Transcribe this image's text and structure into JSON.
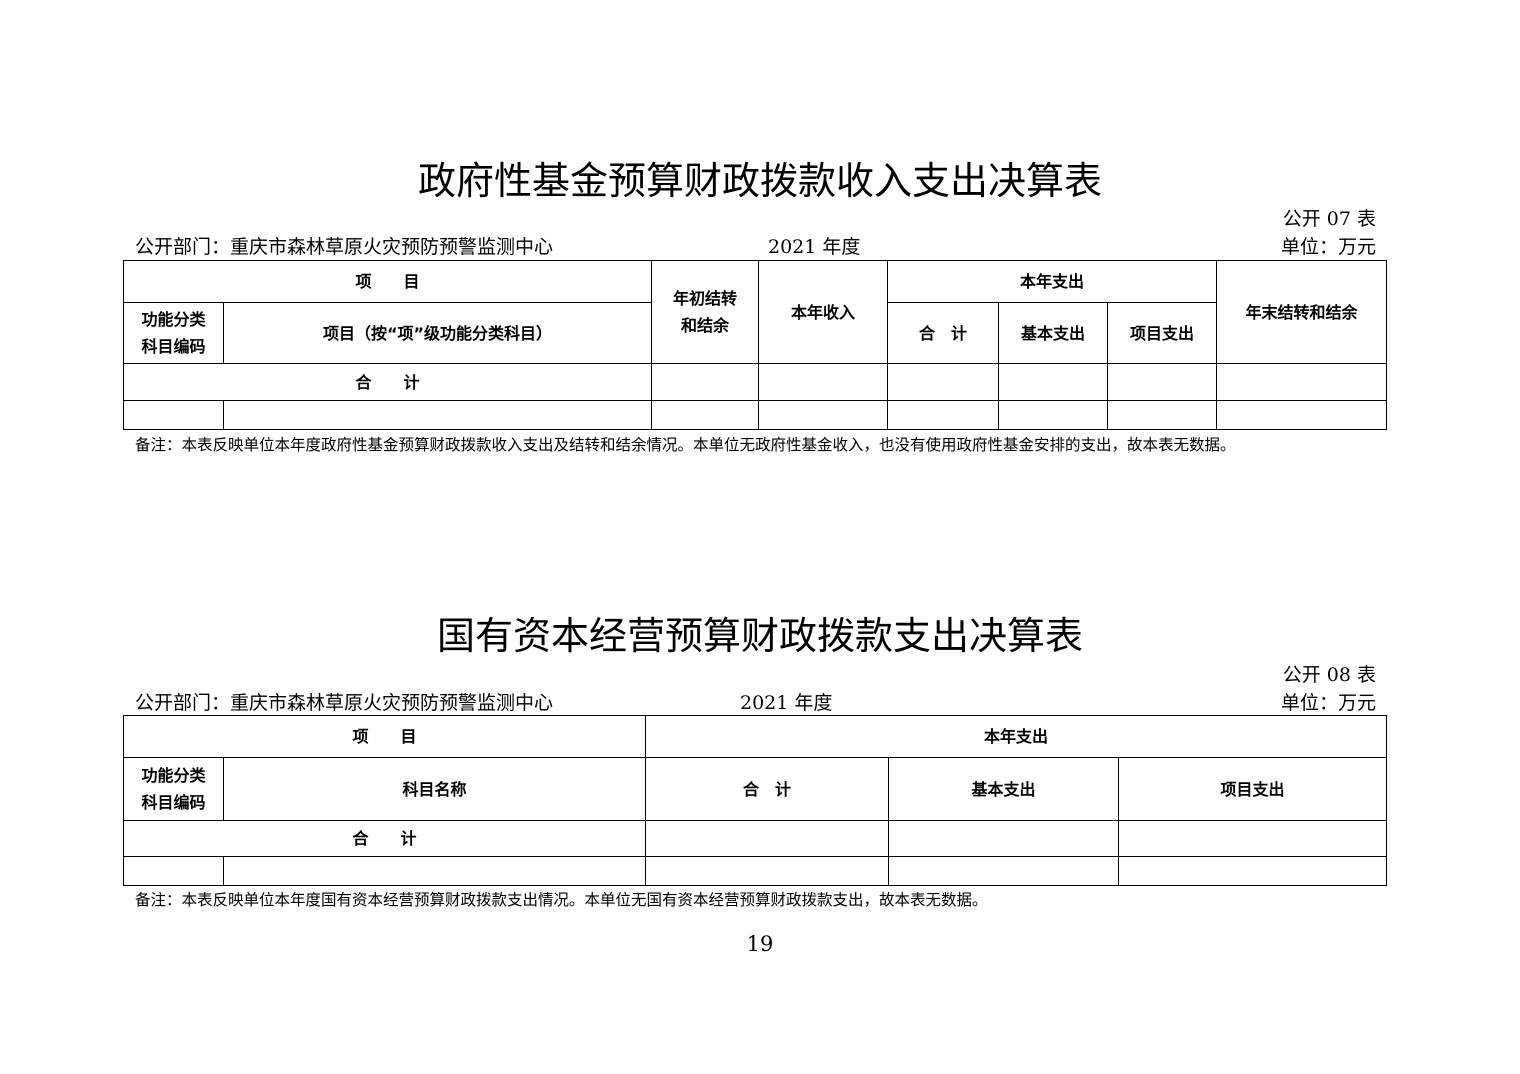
{
  "table07": {
    "title": "政府性基金预算财政拨款收入支出决算表",
    "table_no": "公开 07 表",
    "department": "公开部门：重庆市森林草原火灾预防预警监测中心",
    "year": "2021 年度",
    "unit": "单位：万元",
    "headers": {
      "item": "项　　目",
      "code": "功能分类科目编码",
      "item_name": "项目（按“项”级功能分类科目）",
      "carry_begin": "年初结转和结余",
      "income": "本年收入",
      "expense": "本年支出",
      "total": "合　计",
      "basic": "基本支出",
      "project": "项目支出",
      "carry_end": "年末结转和结余"
    },
    "total_row": "合　　计",
    "note": "备注：本表反映单位本年度政府性基金预算财政拨款收入支出及结转和结余情况。本单位无政府性基金收入，也没有使用政府性基金安排的支出，故本表无数据。"
  },
  "table08": {
    "title": "国有资本经营预算财政拨款支出决算表",
    "table_no": "公开 08 表",
    "department": "公开部门：重庆市森林草原火灾预防预警监测中心",
    "year": "2021 年度",
    "unit": "单位：万元",
    "headers": {
      "item": "项　　目",
      "expense": "本年支出",
      "code": "功能分类科目编码",
      "subject": "科目名称",
      "total": "合　计",
      "basic": "基本支出",
      "project": "项目支出"
    },
    "total_row": "合　　计",
    "note": "备注：本表反映单位本年度国有资本经营预算财政拨款支出情况。本单位无国有资本经营预算财政拨款支出，故本表无数据。"
  },
  "page_number": "19"
}
